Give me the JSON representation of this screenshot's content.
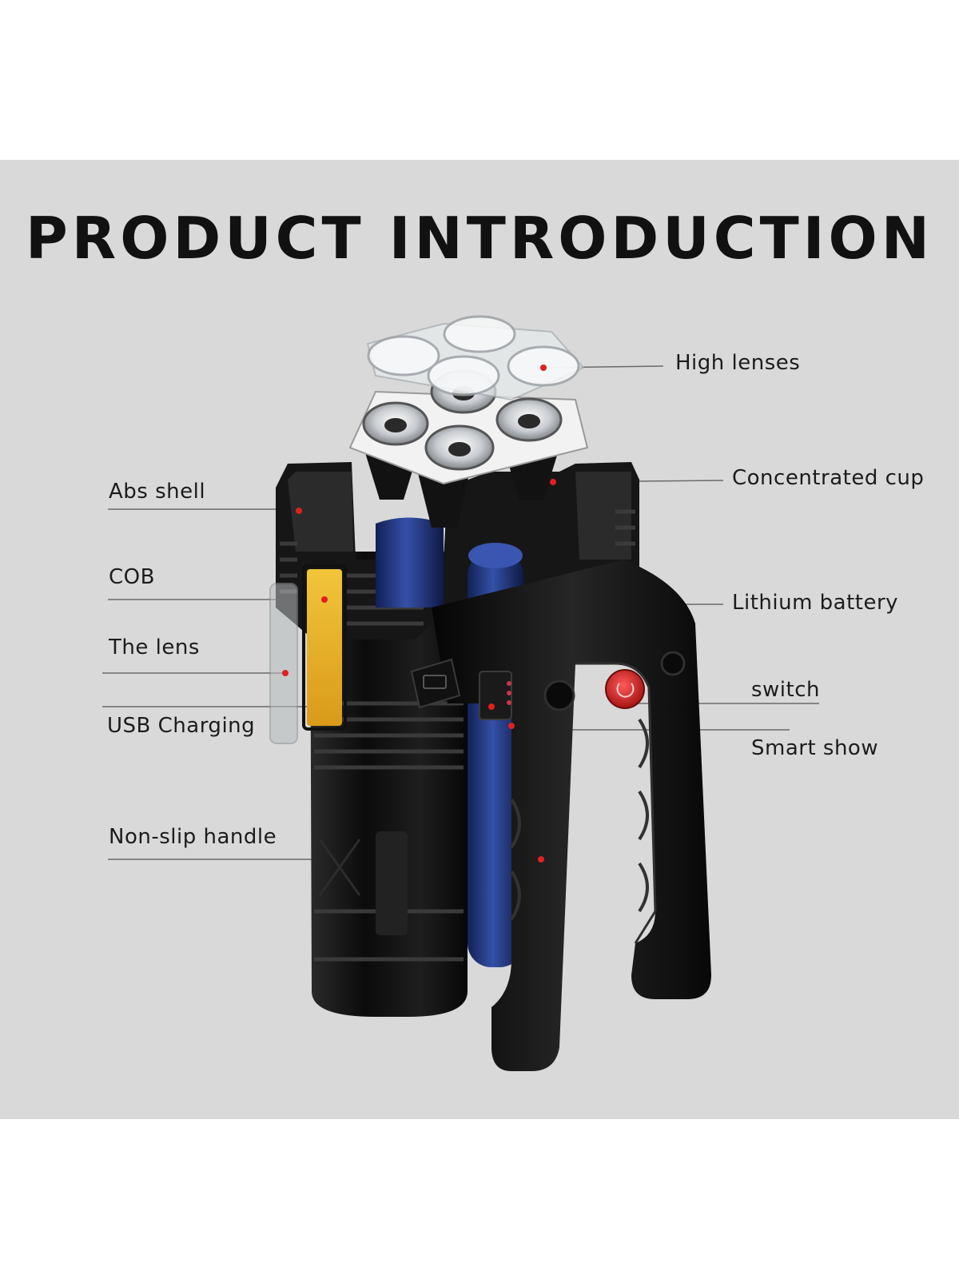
{
  "title": "PRODUCT INTRODUCTION",
  "labels": {
    "high_lenses": "High lenses",
    "abs_shell": "Abs shell",
    "concentrated_cup": "Concentrated cup",
    "cob": "COB",
    "lithium_battery": "Lithium battery",
    "the_lens": "The lens",
    "switch": "switch",
    "usb_charging": "USB Charging",
    "smart_show": "Smart show",
    "non_slip_handle": "Non-slip handle"
  },
  "colors": {
    "background": "#d8d9d8",
    "body": "#141414",
    "battery": "#243a7a",
    "cob": "#e8b52a",
    "switch": "#d8262a",
    "marker": "#e02020"
  }
}
